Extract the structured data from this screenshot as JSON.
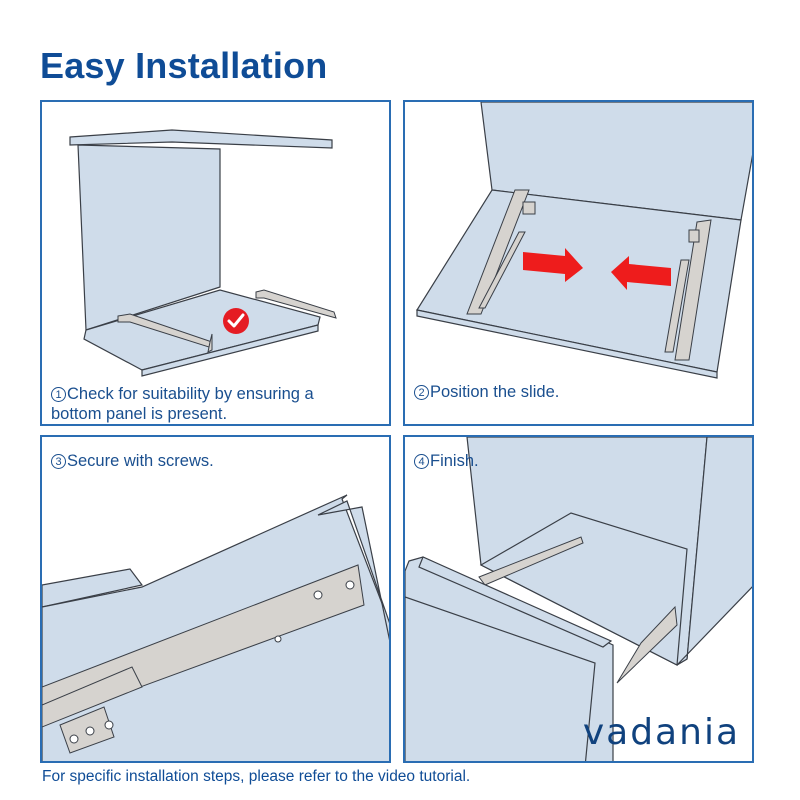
{
  "header": {
    "title": "Easy Installation"
  },
  "steps": [
    {
      "number": "1",
      "text": "Check for suitability by ensuring a bottom panel is present.",
      "line1": "Check for suitability by ensuring a",
      "line2": "bottom panel is present."
    },
    {
      "number": "2",
      "text": "Position the slide."
    },
    {
      "number": "3",
      "text": "Secure with screws."
    },
    {
      "number": "4",
      "text": "Finish."
    }
  ],
  "brand": {
    "name": "vadania"
  },
  "footer": {
    "note": "For specific installation steps, please refer to the video tutorial."
  },
  "colors": {
    "title": "#0f4c96",
    "panel_border": "#2a6db3",
    "cabinet_fill": "#cfdcea",
    "rail_fill": "#d6d3cf",
    "arrow": "#ee1c1c",
    "check_badge": "#e51c23"
  },
  "icons": {
    "check": "check-circle-icon",
    "arrow_right": "arrow-right-icon",
    "arrow_left": "arrow-left-icon"
  }
}
